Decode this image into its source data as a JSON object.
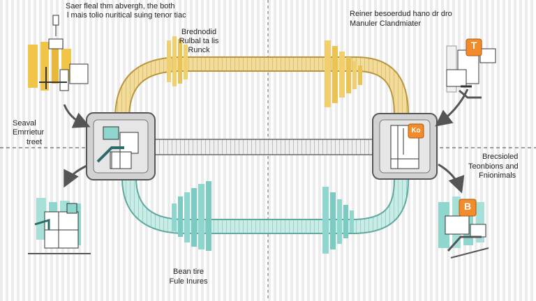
{
  "labels": {
    "top_left_line1": "Saer fleal thm abvergh, the both",
    "top_left_line2": "l mais tolio nuritical suing tenor tiac",
    "top_right_line1": "Reiner besoerdud hano dr dro",
    "top_right_line2": "Manuler Clandmiater",
    "top_center_line1": "Brednodid",
    "top_center_line2": "Rulbal ta lis",
    "top_center_line3": "Runck",
    "left_line1": "Seaval",
    "left_line2": "Emrrietur",
    "left_line3": "treet",
    "right_line1": "Brecsioled",
    "right_line2": "Teonbions and",
    "right_line3": "Fnionimals",
    "bottom_line1": "Bean tire",
    "bottom_line2": "Fule Inures"
  },
  "badges": {
    "right_top": "T",
    "right_hub": "Ko",
    "right_bottom": "B"
  },
  "colors": {
    "hatch_yellow": "#e9c765",
    "hatch_teal": "#8fd6cf",
    "hub_gray": "#d2d2d2",
    "badge_orange": "#f28c2a",
    "stripe": "#e4e4e4",
    "outline": "#555555"
  }
}
